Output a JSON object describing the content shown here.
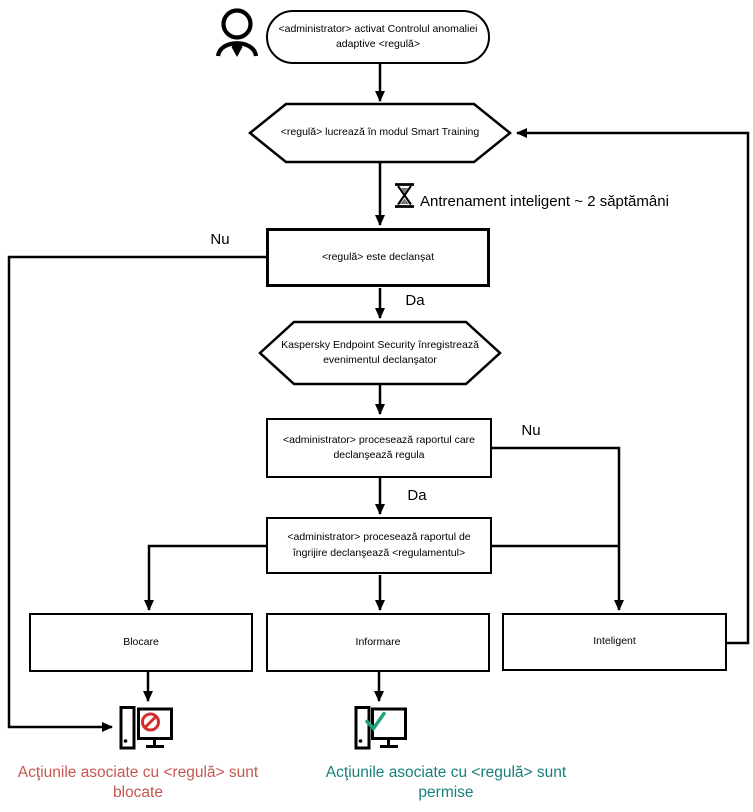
{
  "colors": {
    "line": "#000000",
    "blocked_text": "#C4574F",
    "allowed_text": "#17807A",
    "prohibit_icon": "#D32F2F",
    "check_icon": "#21A07C"
  },
  "nodes": {
    "start_event": "<administrator> activat Controlul anomaliei adaptive <regulă>",
    "smart_training_mode": "<regulă> lucrează în modul Smart Training",
    "training_duration": "Antrenament inteligent ~ 2 săptămâni",
    "rule_triggered": "<regulă> este declanşat",
    "kes_registers_event": "Kaspersky Endpoint Security înregistrează evenimentul declanşator",
    "admin_processes_trigger_report": "<administrator> procesează raportul care declanşează regula",
    "admin_processes_care_report": "<administrator> procesează raportul de îngrijire declanşează <regulamentul>",
    "action_block": "Blocare",
    "action_inform": "Informare",
    "action_smart": "Inteligent"
  },
  "edge_labels": {
    "rule_triggered_no": "Nu",
    "rule_triggered_yes": "Da",
    "report_no": "Nu",
    "report_yes": "Da"
  },
  "outcomes": {
    "blocked": "Acţiunile asociate cu <regulă> sunt blocate",
    "allowed": "Acţiunile asociate cu <regulă> sunt permise"
  },
  "icons": {
    "actor": "person-icon",
    "wait": "hourglass-icon",
    "blocked_pc": "computer-blocked-icon",
    "allowed_pc": "computer-allowed-icon"
  }
}
